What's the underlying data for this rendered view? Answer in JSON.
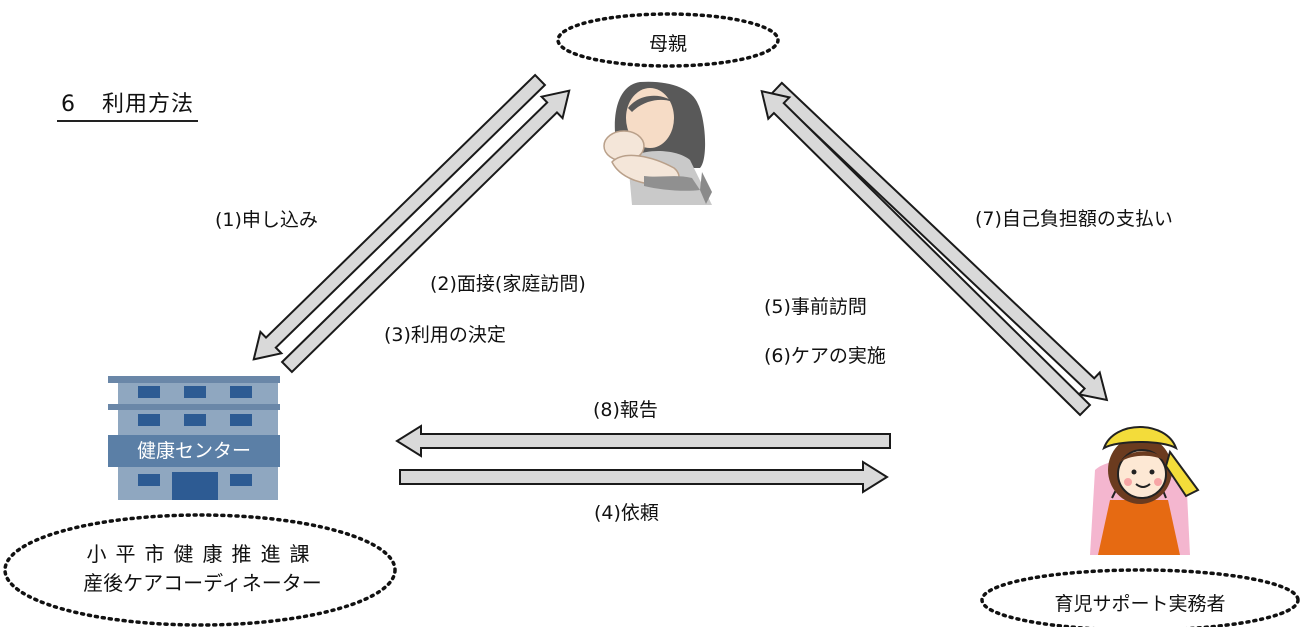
{
  "heading": {
    "number": "6",
    "title": "利用方法"
  },
  "nodes": {
    "mother": "母親",
    "health_center": "健康センター",
    "coordinator_line1": "小平市健康推進課",
    "coordinator_line2": "産後ケアコーディネーター",
    "support_worker": "育児サポート実務者"
  },
  "steps": {
    "s1": "(1)申し込み",
    "s2": "(2)面接(家庭訪問)",
    "s3": "(3)利用の決定",
    "s4": "(4)依頼",
    "s5": "(5)事前訪問",
    "s6": "(6)ケアの実施",
    "s7": "(7)自己負担額の支払い",
    "s8": "(8)報告"
  },
  "colors": {
    "arrow_fill": "#d9d9d9",
    "arrow_stroke": "#1a1a1a",
    "building": "#8fa7c0",
    "building_band": "#5b7fa6",
    "window": "#2d5b93"
  }
}
